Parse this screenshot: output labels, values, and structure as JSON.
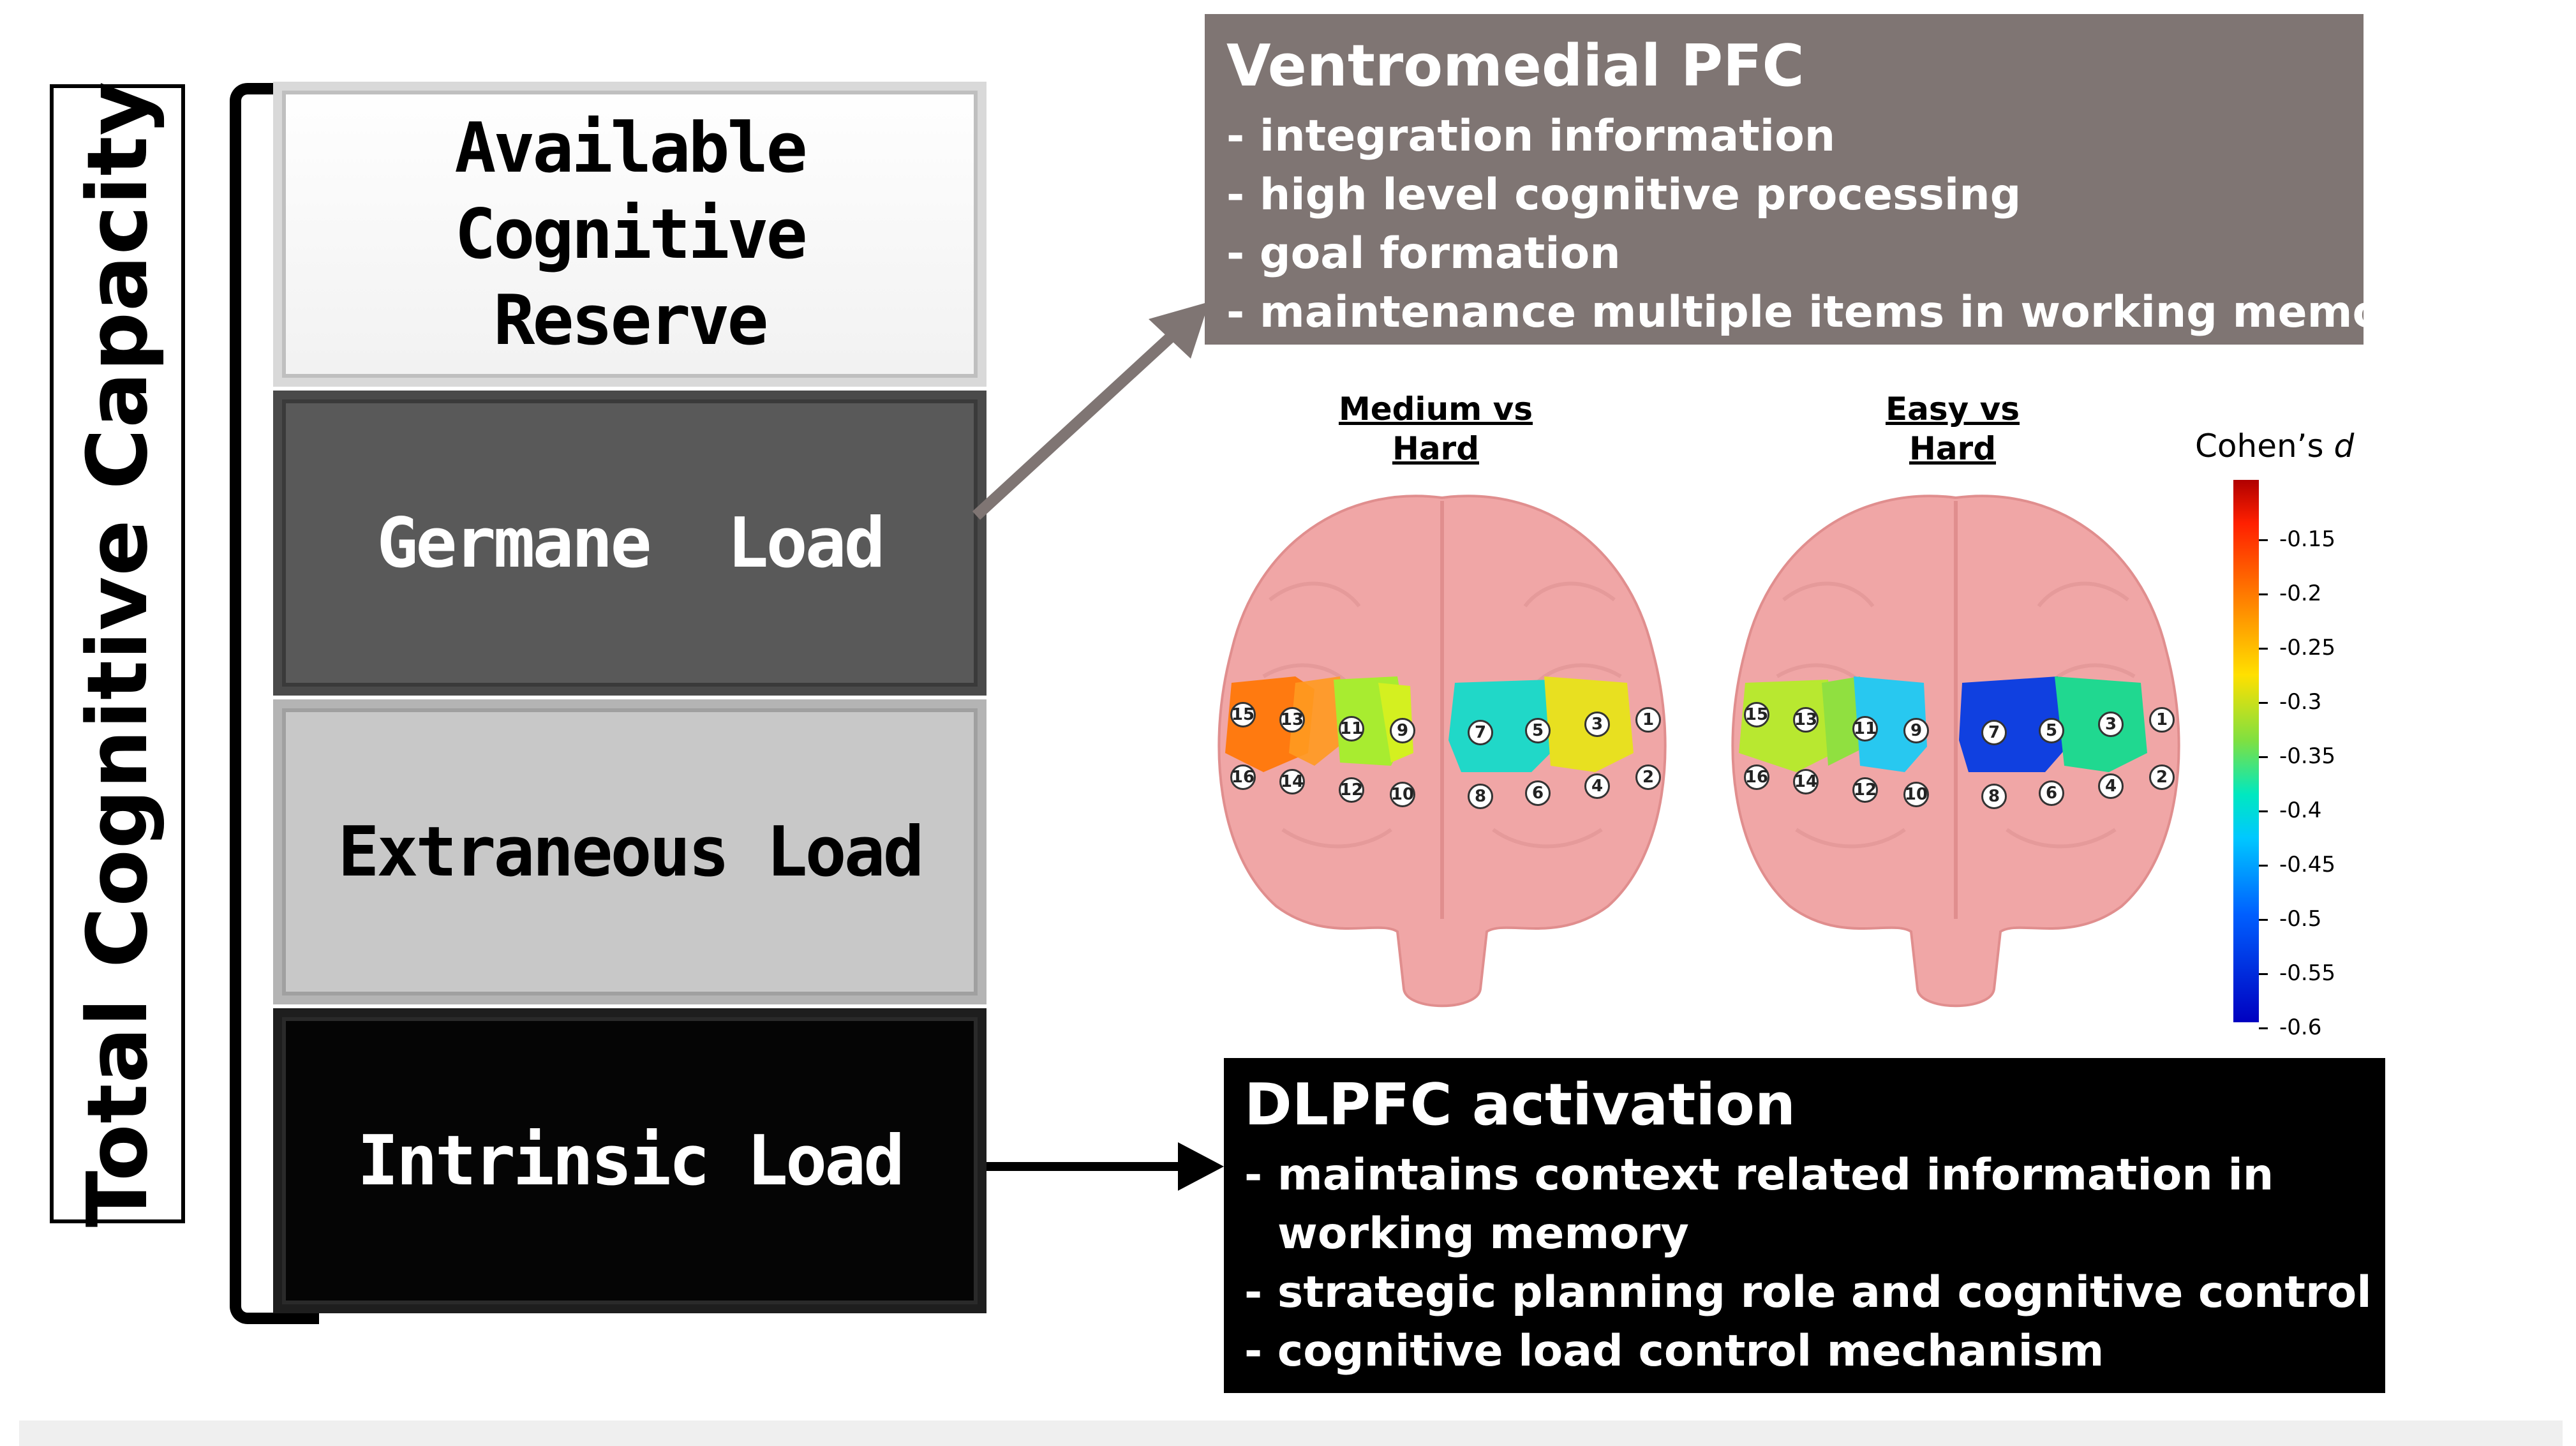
{
  "capacity_label": "Total Cognitive Capacity",
  "load_blocks": [
    {
      "label": "Available Cognitive Reserve"
    },
    {
      "label": "Germane  Load"
    },
    {
      "label": "Extraneous Load"
    },
    {
      "label": "Intrinsic Load"
    }
  ],
  "vmpfc_box": {
    "title": "Ventromedial PFC",
    "items": [
      "- integration information",
      "- high level cognitive processing",
      "- goal formation",
      "- maintenance multiple items in working memory"
    ]
  },
  "dlpfc_box": {
    "title": "DLPFC  activation",
    "items": [
      "- maintains context related  information in working memory",
      "- strategic planning role and cognitive control processes",
      "- cognitive load control mechanism"
    ]
  },
  "brain_panels": [
    {
      "title_line1": "Medium vs",
      "title_line2": "Hard"
    },
    {
      "title_line1": "Easy vs",
      "title_line2": "Hard"
    }
  ],
  "colorbar": {
    "title": "Cohen’s",
    "title_symbol": "d",
    "ticks": [
      "-0.15",
      "-0.2",
      "-0.25",
      "-0.3",
      "-0.35",
      "-0.4",
      "-0.45",
      "-0.5",
      "-0.55",
      "-0.6"
    ]
  },
  "channels": [
    "15",
    "13",
    "11",
    "9",
    "7",
    "5",
    "3",
    "1",
    "16",
    "14",
    "12",
    "10",
    "8",
    "6",
    "4",
    "2"
  ],
  "colors": {
    "germane": "#595959",
    "extraneous": "#c8c8c8",
    "intrinsic": "#050505",
    "vmpfc_box": "#7f7573",
    "brain": "#f0a6a6"
  }
}
